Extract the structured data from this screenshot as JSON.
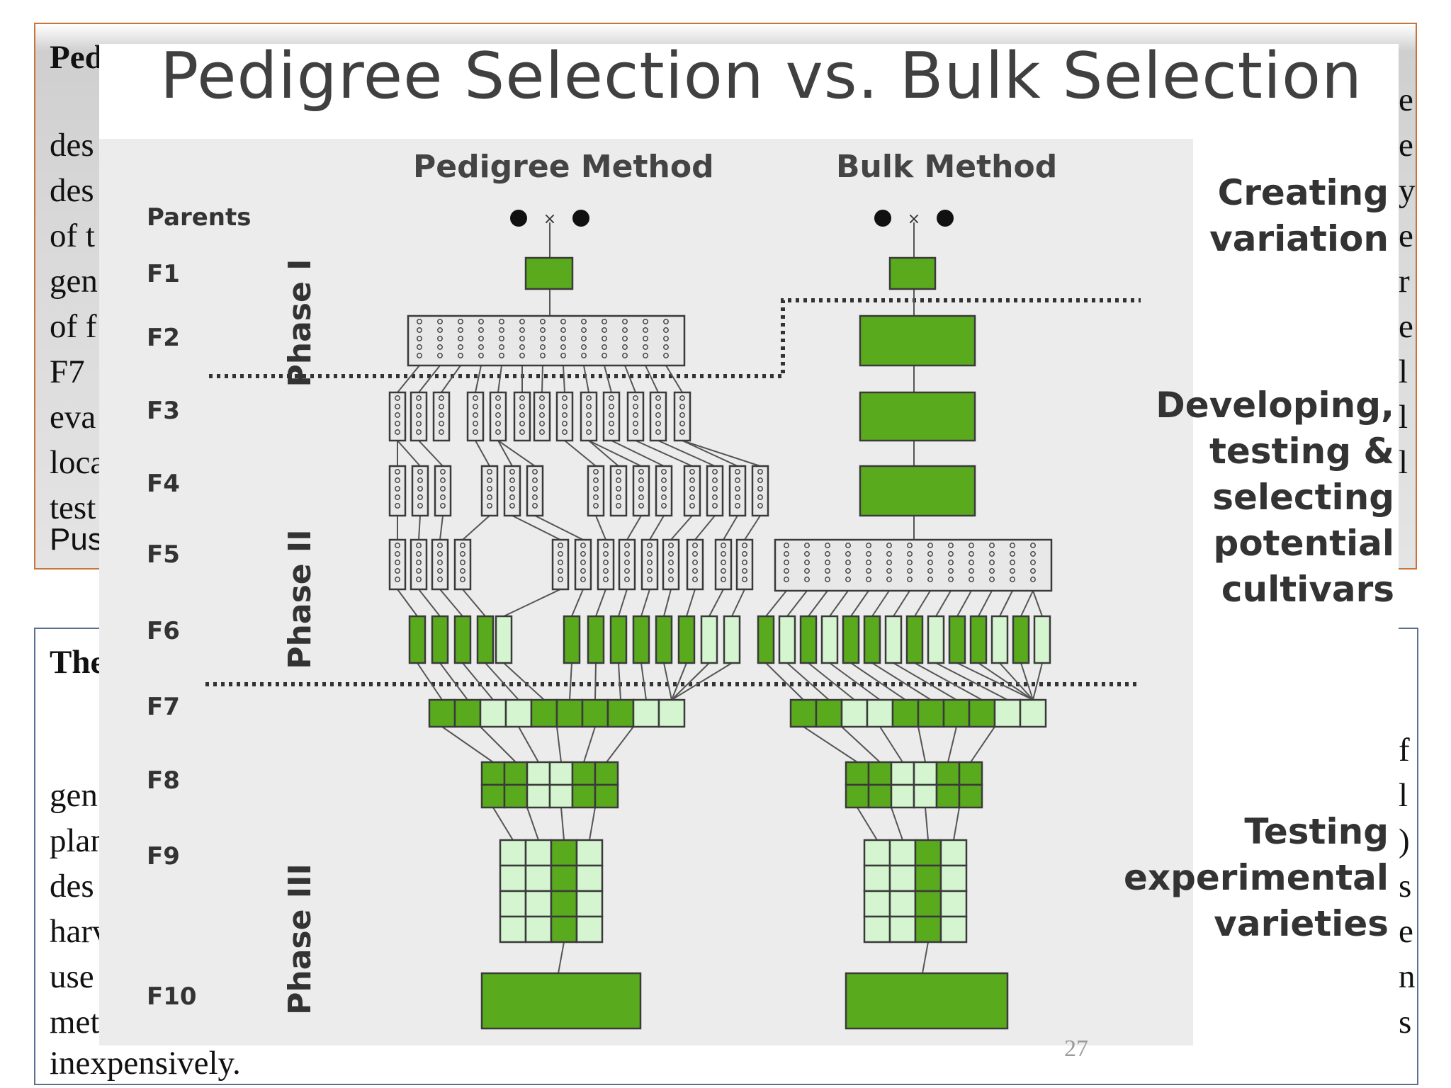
{
  "title": "Pedigree Selection vs. Bulk Selection",
  "page_number": "27",
  "background_text": {
    "box1": [
      "Pedi",
      "des",
      "des",
      "of t",
      "gen",
      "of f",
      "F7",
      "eva",
      "loca",
      "test",
      "Pus"
    ],
    "box1_right": [
      "e",
      "e",
      "y",
      "e",
      "r",
      "e",
      "l",
      "l",
      "l"
    ],
    "box2": [
      "The",
      "gen",
      "plan",
      "des",
      "harv",
      "use",
      "met",
      "inexpensively."
    ],
    "box2_right": [
      "f",
      "l",
      ")",
      "s",
      "e",
      "n",
      "s"
    ]
  },
  "diagram": {
    "columns": [
      "Pedigree Method",
      "Bulk Method"
    ],
    "parents_label": "Parents",
    "cross_symbol": "×",
    "generations": [
      "F1",
      "F2",
      "F3",
      "F4",
      "F5",
      "F6",
      "F7",
      "F8",
      "F9",
      "F10"
    ],
    "phases": [
      "Phase I",
      "Phase II",
      "Phase III"
    ],
    "stage_labels": [
      {
        "lines": [
          "Creating",
          "variation"
        ]
      },
      {
        "lines": [
          "Developing,",
          "testing &",
          "selecting",
          "potential",
          "cultivars"
        ]
      },
      {
        "lines": [
          "Testing",
          "experimental",
          "varieties"
        ]
      }
    ],
    "colors": {
      "dark": "#5aaa1e",
      "light": "#d4f5cf",
      "outline": "#3a3a3a",
      "dotted": "#333333"
    }
  }
}
